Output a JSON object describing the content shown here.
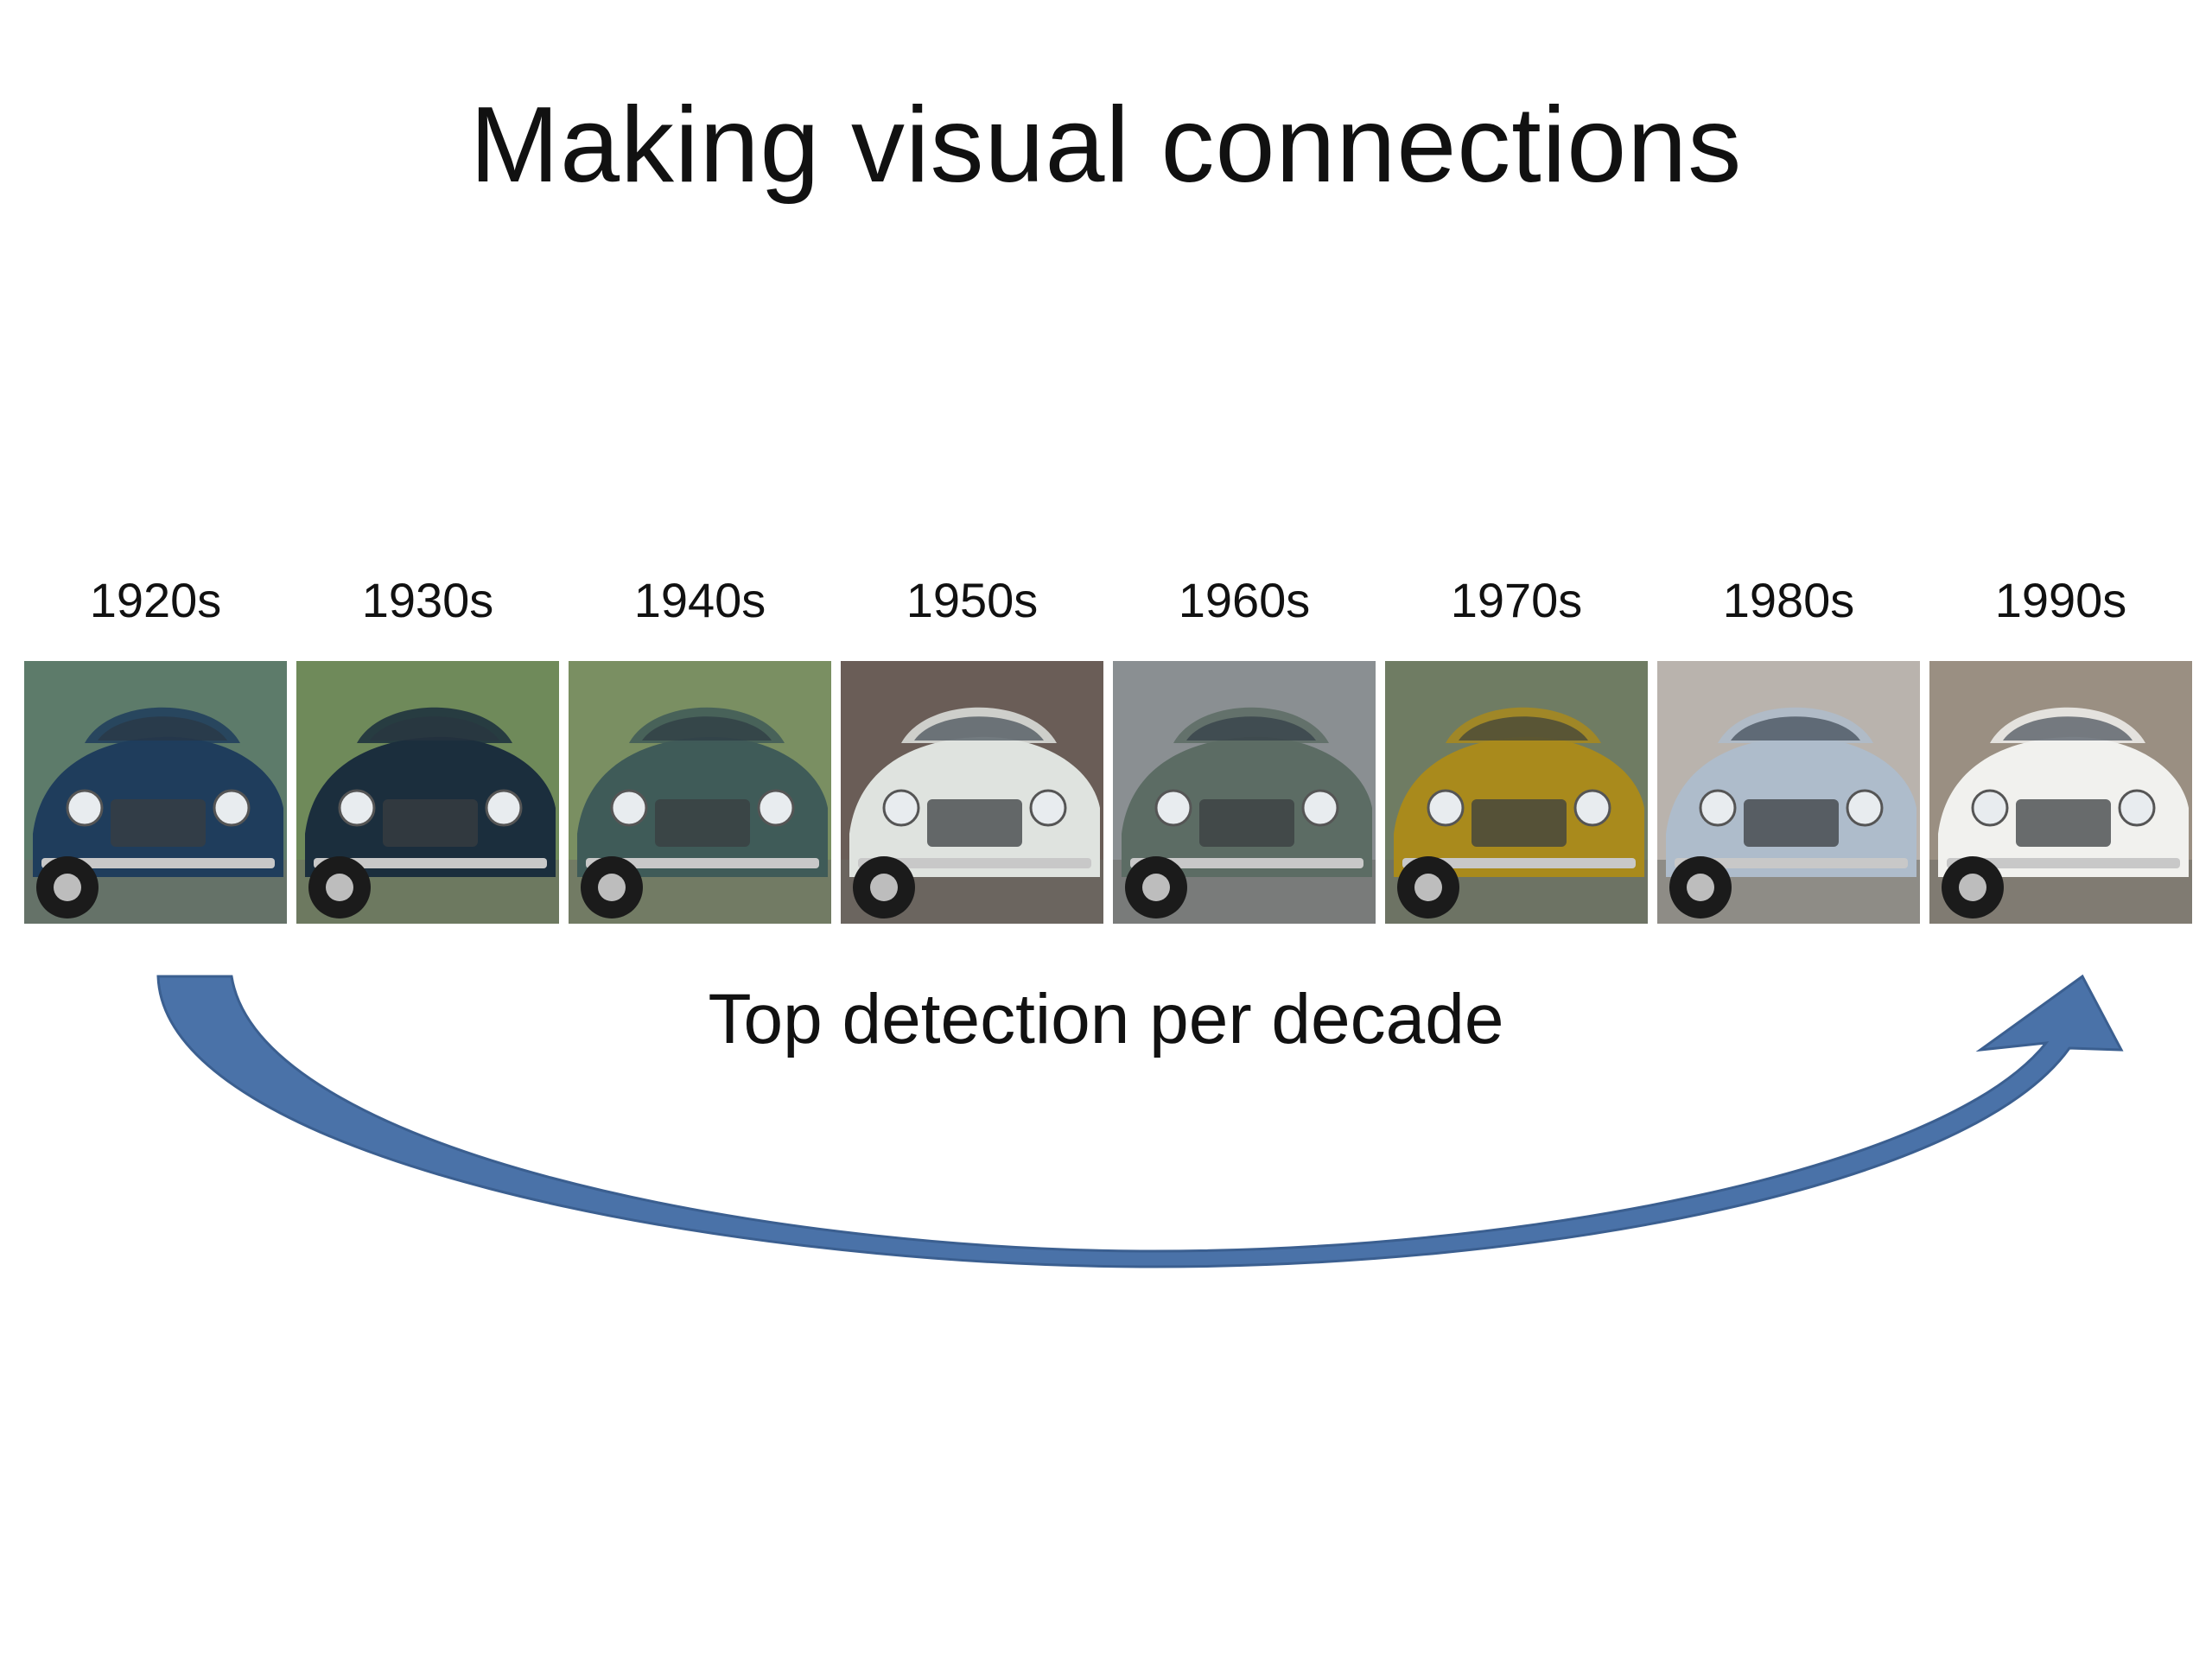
{
  "title": "Making visual connections",
  "caption": "Top detection per decade",
  "decades": [
    {
      "label": "1920s",
      "car_color": "#1f3d5c",
      "bg": "#5d7b6a"
    },
    {
      "label": "1930s",
      "car_color": "#1b2e3d",
      "bg": "#6f8a5a"
    },
    {
      "label": "1940s",
      "car_color": "#3f5b58",
      "bg": "#7a8f62"
    },
    {
      "label": "1950s",
      "car_color": "#dfe3df",
      "bg": "#6a5d57"
    },
    {
      "label": "1960s",
      "car_color": "#5c6c64",
      "bg": "#8a8f92"
    },
    {
      "label": "1970s",
      "car_color": "#a98a1c",
      "bg": "#6f7c63"
    },
    {
      "label": "1980s",
      "car_color": "#aebccb",
      "bg": "#b9b3ad"
    },
    {
      "label": "1990s",
      "car_color": "#f1f1ee",
      "bg": "#9a8f82"
    }
  ],
  "arrow_color": "#4a72a8"
}
